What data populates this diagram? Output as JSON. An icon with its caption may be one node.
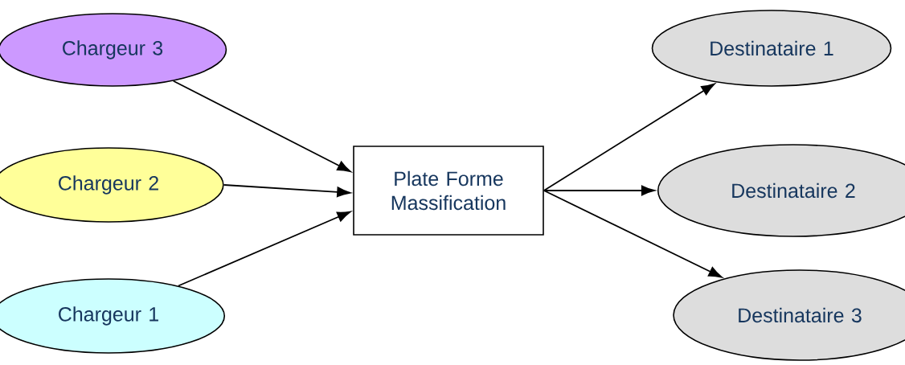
{
  "diagram": {
    "nodes": [
      {
        "text": [
          "Chargeur 3"
        ]
      },
      {
        "text": [
          "Chargeur 2"
        ]
      },
      {
        "text": [
          "Chargeur 1"
        ]
      },
      {
        "text": [
          "Plate Forme Massification"
        ]
      },
      {
        "text": [
          "Destinataire 1"
        ]
      },
      {
        "text": [
          "Destinataire 2"
        ]
      },
      {
        "text": [
          "Destinataire 3"
        ]
      }
    ],
    "edges": [
      {
        "from": 0,
        "to": 3,
        "arrow": "to"
      },
      {
        "from": 1,
        "to": 3,
        "arrow": "to"
      },
      {
        "from": 2,
        "to": 3,
        "arrow": "to"
      },
      {
        "from": 3,
        "to": 4,
        "arrow": "to"
      },
      {
        "from": 3,
        "to": 5,
        "arrow": "to"
      },
      {
        "from": 3,
        "to": 6,
        "arrow": "to"
      }
    ]
  }
}
